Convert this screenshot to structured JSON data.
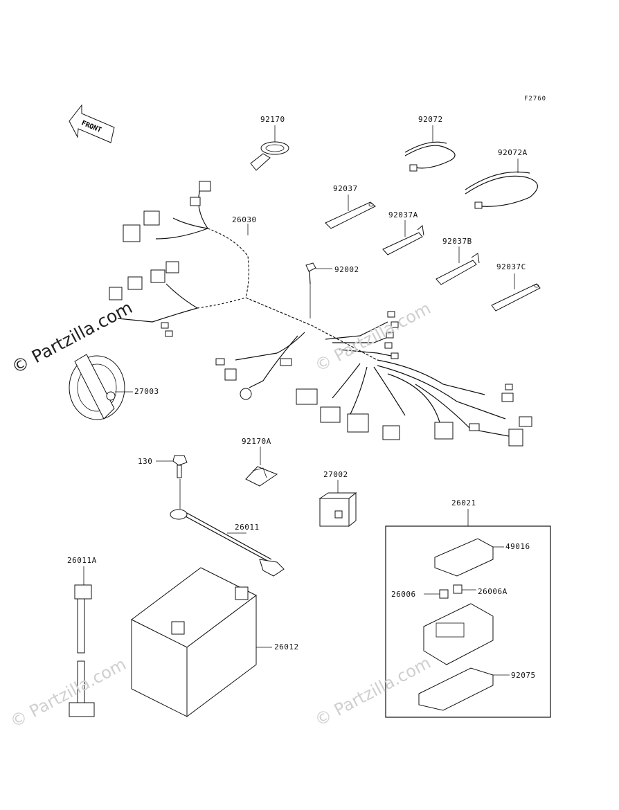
{
  "figure_code": "F2760",
  "front_label": "FRONT",
  "watermark_text": "© Partzilla.com",
  "parts": {
    "p92170": "92170",
    "p92072": "92072",
    "p92072A": "92072A",
    "p92037": "92037",
    "p92037A": "92037A",
    "p92037B": "92037B",
    "p92037C": "92037C",
    "p26030": "26030",
    "p92002": "92002",
    "p27003": "27003",
    "p130": "130",
    "p92170A": "92170A",
    "p27002": "27002",
    "p26011": "26011",
    "p26021": "26021",
    "p49016": "49016",
    "p26006": "26006",
    "p26006A": "26006A",
    "p26011A": "26011A",
    "p26012": "26012",
    "p92075": "92075"
  }
}
